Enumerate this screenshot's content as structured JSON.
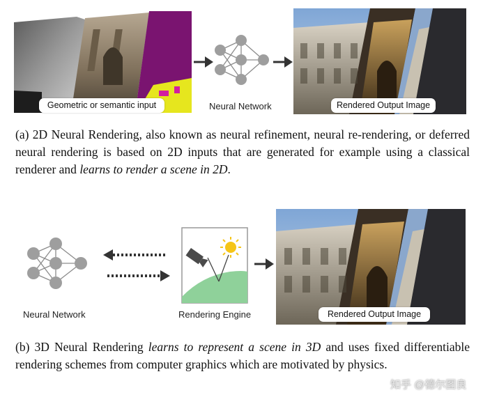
{
  "panel_a": {
    "input_label": "Geometric or semantic input",
    "network_label": "Neural Network",
    "output_label": "Rendered Output Image",
    "caption_prefix": "(a) 2D Neural Rendering, also known as neural refinement, neural re-rendering, or deferred neural rendering is based on 2D inputs that are generated for example using a classical renderer and ",
    "caption_italic": "learns to render a scene in 2D",
    "caption_suffix": "."
  },
  "panel_b": {
    "network_label": "Neural Network",
    "engine_label": "Rendering Engine",
    "output_label": "Rendered Output Image",
    "caption_prefix": "(b) 3D Neural Rendering ",
    "caption_italic": "learns to represent a scene in 3D",
    "caption_suffix": " and uses fixed differentiable rendering schemes from computer graphics which are motivated by physics."
  },
  "watermark": "知乎 @德尔图良",
  "colors": {
    "node": "#9e9e9e",
    "arrow": "#333333",
    "segmentation_purple": "#7a1470",
    "segmentation_yellow": "#e6e61e",
    "segmentation_magenta": "#d21ea0",
    "terrain_green": "#8fd19a",
    "sun": "#f5c518"
  },
  "icons": [
    "neural-network-icon",
    "camera-icon",
    "sun-icon",
    "arrow-right-icon",
    "arrow-left-icon"
  ]
}
